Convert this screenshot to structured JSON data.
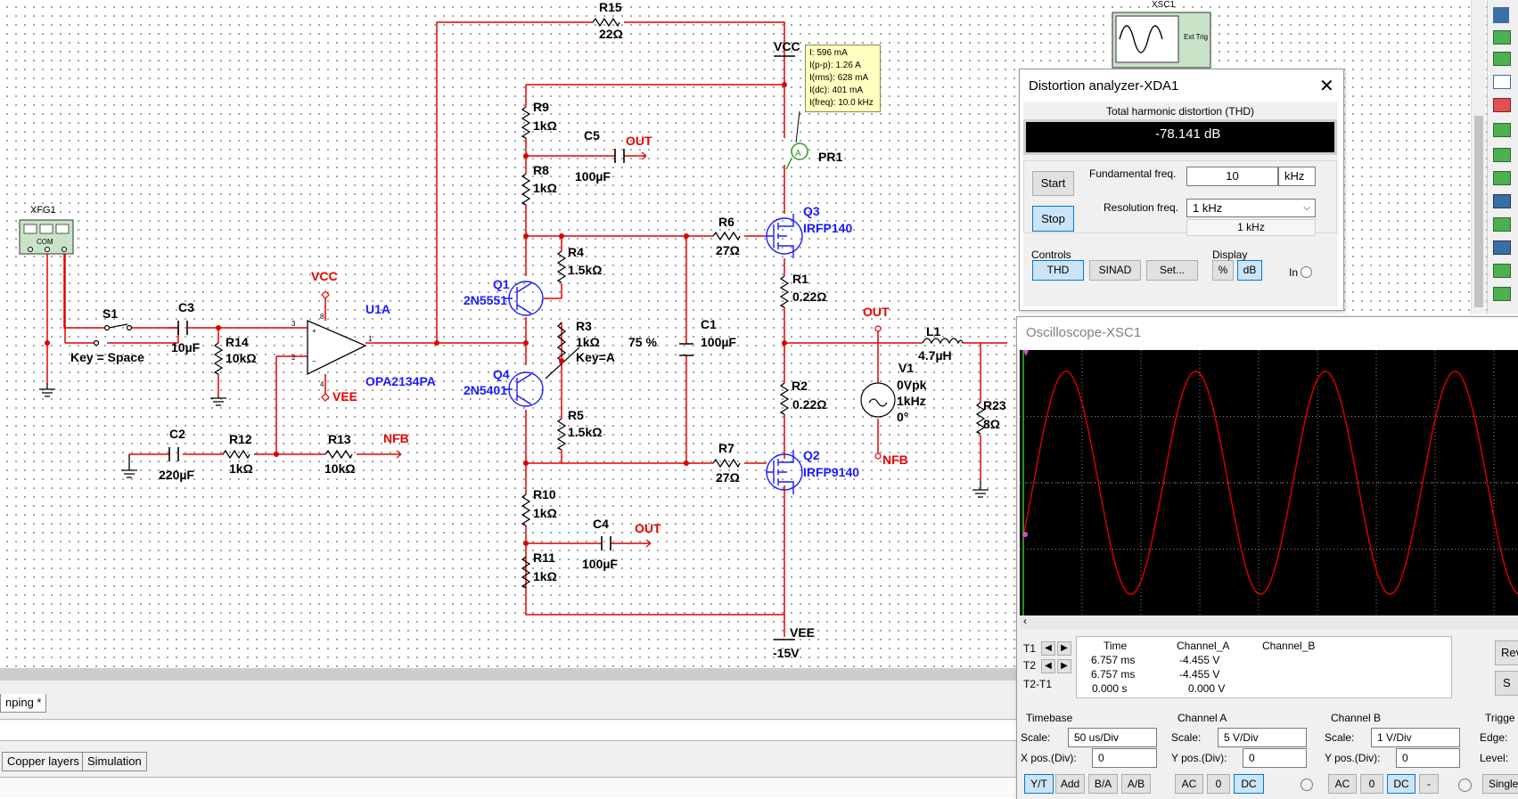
{
  "schematic": {
    "components": {
      "R15": {
        "ref": "R15",
        "value": "22Ω"
      },
      "R9": {
        "ref": "R9",
        "value": "1kΩ"
      },
      "R8": {
        "ref": "R8",
        "value": "1kΩ"
      },
      "C5": {
        "ref": "C5",
        "value": "100µF"
      },
      "R4": {
        "ref": "R4",
        "value": "1.5kΩ"
      },
      "R3": {
        "ref": "R3",
        "value": "1kΩ",
        "key": "Key=A",
        "percent": "75 %"
      },
      "R5": {
        "ref": "R5",
        "value": "1.5kΩ"
      },
      "R6": {
        "ref": "R6",
        "value": "27Ω"
      },
      "R7": {
        "ref": "R7",
        "value": "27Ω"
      },
      "C1": {
        "ref": "C1",
        "value": "100µF"
      },
      "R1": {
        "ref": "R1",
        "value": "0.22Ω"
      },
      "R2": {
        "ref": "R2",
        "value": "0.22Ω"
      },
      "Q1": {
        "ref": "Q1",
        "part": "2N5551"
      },
      "Q4": {
        "ref": "Q4",
        "part": "2N5401"
      },
      "Q3": {
        "ref": "Q3",
        "part": "IRFP140"
      },
      "Q2": {
        "ref": "Q2",
        "part": "IRFP9140"
      },
      "R10": {
        "ref": "R10",
        "value": "1kΩ"
      },
      "R11": {
        "ref": "R11",
        "value": "1kΩ"
      },
      "C4": {
        "ref": "C4",
        "value": "100µF"
      },
      "C3": {
        "ref": "C3",
        "value": "10µF"
      },
      "R14": {
        "ref": "R14",
        "value": "10kΩ"
      },
      "C2": {
        "ref": "C2",
        "value": "220µF"
      },
      "R12": {
        "ref": "R12",
        "value": "1kΩ"
      },
      "R13": {
        "ref": "R13",
        "value": "10kΩ"
      },
      "U1A": {
        "ref": "U1A",
        "part": "OPA2134PA"
      },
      "S1": {
        "ref": "S1",
        "key": "Key = Space"
      },
      "L1": {
        "ref": "L1",
        "value": "4.7µH"
      },
      "R23": {
        "ref": "R23",
        "value": "8Ω"
      },
      "V1": {
        "ref": "V1",
        "l1": "0Vpk",
        "l2": "1kHz",
        "l3": "0°"
      },
      "XFG1": {
        "ref": "XFG1",
        "com": "COM"
      },
      "XSC1": {
        "ref": "XSC1",
        "ext": "Ext Trig"
      },
      "PR1": {
        "ref": "PR1",
        "symbol": "A"
      }
    },
    "nets": {
      "vcc": "VCC",
      "vee": "VEE",
      "out": "OUT",
      "nfb": "NFB",
      "neg15": "-15V"
    },
    "probe_tooltip": {
      "lines": [
        "I: 596 mA",
        "I(p-p): 1.26 A",
        "I(rms): 628 mA",
        "I(dc): 401 mA",
        "I(freq): 10.0 kHz"
      ]
    },
    "opamp_pins": {
      "p3": "3",
      "p2": "2",
      "p1": "1",
      "p8": "8",
      "p4": "4"
    }
  },
  "bottom": {
    "tab_label": "nping *",
    "tabs": [
      "Copper layers",
      "Simulation"
    ]
  },
  "distortion_analyzer": {
    "title": "Distortion analyzer-XDA1",
    "thd_label": "Total harmonic distortion (THD)",
    "thd_value": "-78.141 dB",
    "start": "Start",
    "stop": "Stop",
    "fundamental_label": "Fundamental freq.",
    "fundamental_value": "10",
    "fundamental_unit": "kHz",
    "resolution_label": "Resolution freq.",
    "resolution_value": "1 kHz",
    "resolution_readout": "1 kHz",
    "controls_label": "Controls",
    "thd_btn": "THD",
    "sinad_btn": "SINAD",
    "set_btn": "Set...",
    "display_label": "Display",
    "percent_btn": "%",
    "db_btn": "dB",
    "in_label": "In"
  },
  "oscilloscope": {
    "title": "Oscilloscope-XSC1",
    "readout": {
      "headers": [
        "Time",
        "Channel_A",
        "Channel_B"
      ],
      "rows": [
        {
          "label": "T1",
          "time": "6.757 ms",
          "a": "-4.455 V",
          "b": ""
        },
        {
          "label": "T2",
          "time": "6.757 ms",
          "a": "-4.455 V",
          "b": ""
        },
        {
          "label": "T2-T1",
          "time": "0.000 s",
          "a": "0.000 V",
          "b": ""
        }
      ]
    },
    "side_buttons": [
      "Rev",
      "S"
    ],
    "timebase": {
      "title": "Timebase",
      "scale_label": "Scale:",
      "scale": "50 us/Div",
      "xpos_label": "X pos.(Div):",
      "xpos": "0",
      "buttons": [
        "Y/T",
        "Add",
        "B/A",
        "A/B"
      ]
    },
    "channel_a": {
      "title": "Channel A",
      "scale_label": "Scale:",
      "scale": "5  V/Div",
      "ypos_label": "Y pos.(Div):",
      "ypos": "0",
      "buttons": [
        "AC",
        "0",
        "DC"
      ]
    },
    "channel_b": {
      "title": "Channel B",
      "scale_label": "Scale:",
      "scale": "1  V/Div",
      "ypos_label": "Y pos.(Div):",
      "ypos": "0",
      "buttons": [
        "AC",
        "0",
        "DC",
        "-"
      ]
    },
    "trigger": {
      "title": "Trigge",
      "edge_label": "Edge:",
      "level_label": "Level:",
      "single": "Single"
    },
    "waveform": {
      "amplitude_div": 1.68,
      "cycles_visible": 3.85,
      "trace_color": "#d40000",
      "grid_color": "#8a8a8a"
    }
  }
}
